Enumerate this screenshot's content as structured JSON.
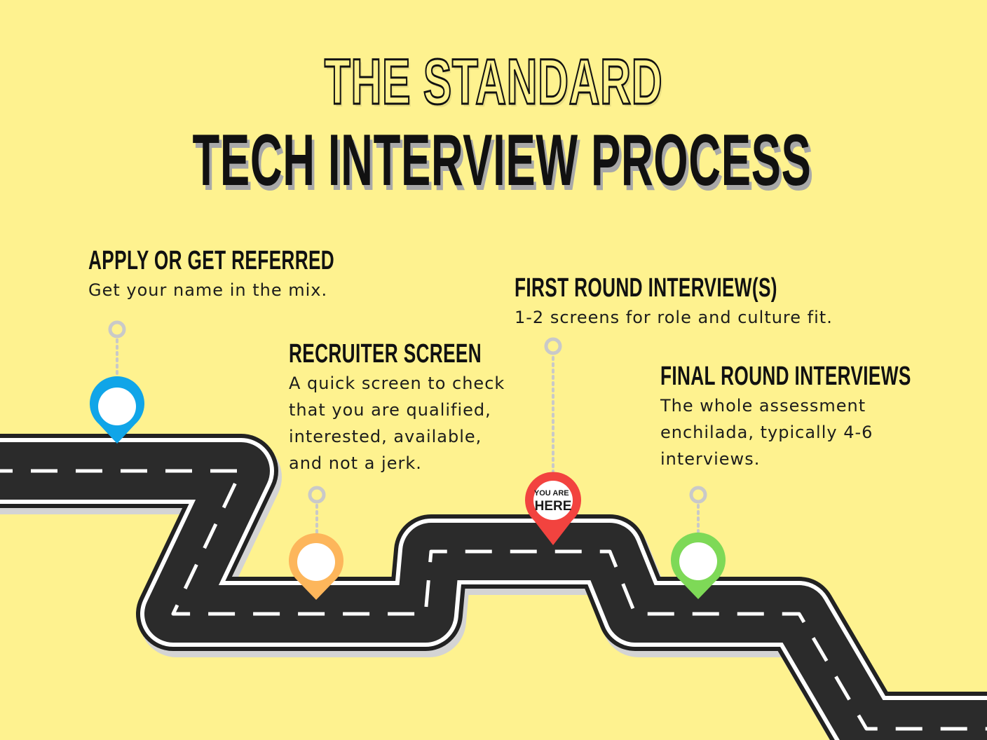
{
  "title": {
    "line1": "THE STANDARD",
    "line2": "TECH INTERVIEW PROCESS"
  },
  "stages": [
    {
      "heading": "APPLY OR GET REFERRED",
      "description_lines": [
        "Get your name in the mix."
      ],
      "pin_color": "#10A5E8"
    },
    {
      "heading": "RECRUITER SCREEN",
      "description_lines": [
        "A quick screen to check",
        "that you are qualified,",
        "interested, available,",
        "and not a jerk."
      ],
      "pin_color": "#FDB65B"
    },
    {
      "heading": "FIRST ROUND INTERVIEW(S)",
      "description_lines": [
        "1-2 screens for role and culture fit."
      ],
      "pin_color": "#F2433F"
    },
    {
      "heading": "FINAL ROUND INTERVIEWS",
      "description_lines": [
        "The whole assessment",
        "enchilada, typically 4-6",
        "interviews."
      ],
      "pin_color": "#7ED957"
    }
  ],
  "current_marker": {
    "line1": "YOU ARE",
    "line2": "HERE"
  },
  "colors": {
    "background": "#FEF28F",
    "road": "#2B2B2B",
    "road_edge": "#FFFFFF",
    "shadow": "#D4D4D4",
    "connector": "#C9C9C9",
    "title_text": "#111111"
  }
}
